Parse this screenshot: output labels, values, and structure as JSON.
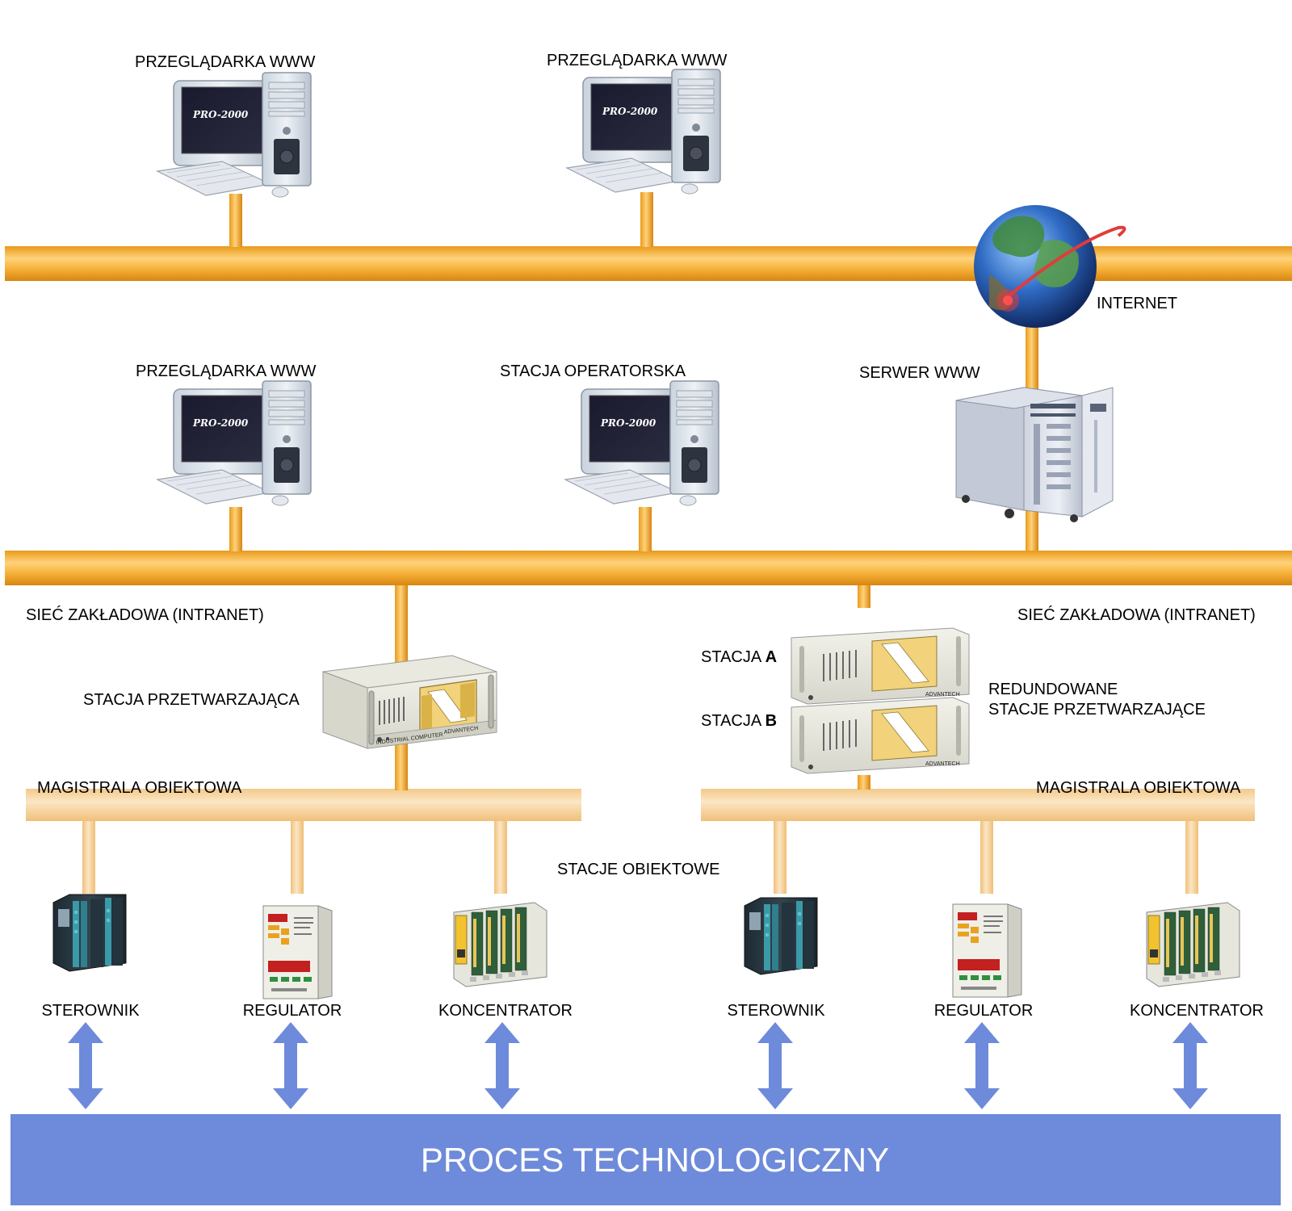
{
  "colors": {
    "bus": "#f0ad2a",
    "bus_light": "#f7d9a3",
    "process": "#6e8ada",
    "arrow": "#6e8ada"
  },
  "labels": {
    "browser_1": "PRZEGLĄDARKA WWW",
    "browser_2": "PRZEGLĄDARKA WWW",
    "internet": "INTERNET",
    "browser_3": "PRZEGLĄDARKA WWW",
    "operator_station": "STACJA OPERATORSKA",
    "web_server": "SERWER WWW",
    "intranet_left": "SIEĆ ZAKŁADOWA (INTRANET)",
    "intranet_right": "SIEĆ ZAKŁADOWA (INTRANET)",
    "processing_station": "STACJA PRZETWARZAJĄCA",
    "station_a_prefix": "STACJA ",
    "station_a_letter": "A",
    "station_b_prefix": "STACJA ",
    "station_b_letter": "B",
    "redundant_line1": "REDUNDOWANE",
    "redundant_line2": "STACJE PRZETWARZAJĄCE",
    "fieldbus_left": "MAGISTRALA OBIEKTOWA",
    "fieldbus_right": "MAGISTRALA OBIEKTOWA",
    "field_stations": "STACJE OBIEKTOWE",
    "process": "PROCES TECHNOLOGICZNY"
  },
  "pc_screen_text": "PRO-2000",
  "industrial_pc_text": "INDUSTRIAL COMPUTER",
  "industrial_pc_brand": "ADVANTECH",
  "devices": [
    {
      "label": "STEROWNIK",
      "icon": "plc-icon"
    },
    {
      "label": "REGULATOR",
      "icon": "regulator-icon"
    },
    {
      "label": "KONCENTRATOR",
      "icon": "concentrator-icon"
    },
    {
      "label": "STEROWNIK",
      "icon": "plc-icon"
    },
    {
      "label": "REGULATOR",
      "icon": "regulator-icon"
    },
    {
      "label": "KONCENTRATOR",
      "icon": "concentrator-icon"
    }
  ]
}
